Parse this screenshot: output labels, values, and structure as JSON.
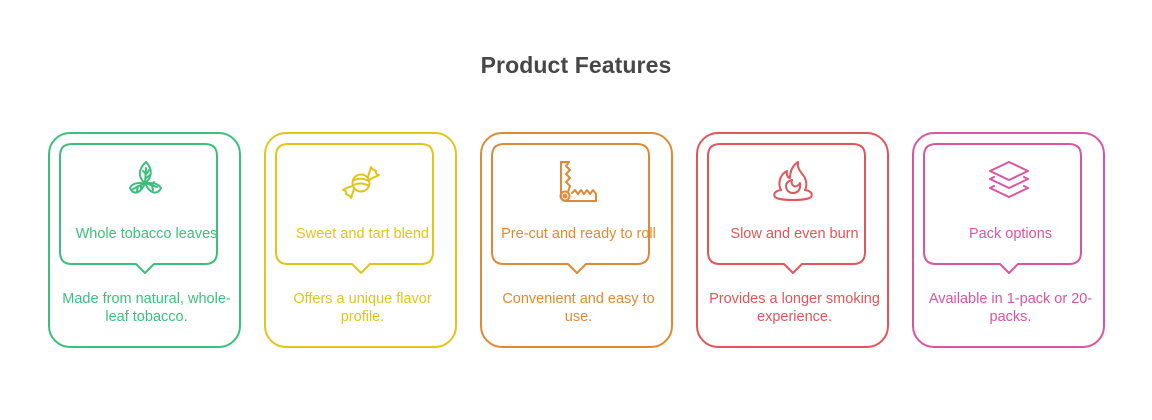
{
  "title": "Product Features",
  "features": [
    {
      "icon": "leaves-icon",
      "label": "Whole tobacco leaves",
      "description": "Made from natural, whole-leaf tobacco.",
      "color": "#3cbf7d"
    },
    {
      "icon": "candy-icon",
      "label": "Sweet and tart blend",
      "description": "Offers a unique flavor profile.",
      "color": "#e3c41c"
    },
    {
      "icon": "rolling-paper-icon",
      "label": "Pre-cut and ready to roll",
      "description": "Convenient and easy to use.",
      "color": "#de8a35"
    },
    {
      "icon": "fire-icon",
      "label": "Slow and even burn",
      "description": "Provides a longer smoking experience.",
      "color": "#e0565a"
    },
    {
      "icon": "layers-icon",
      "label": "Pack options",
      "description": "Available in 1-pack or 20-packs.",
      "color": "#d9559f"
    }
  ]
}
